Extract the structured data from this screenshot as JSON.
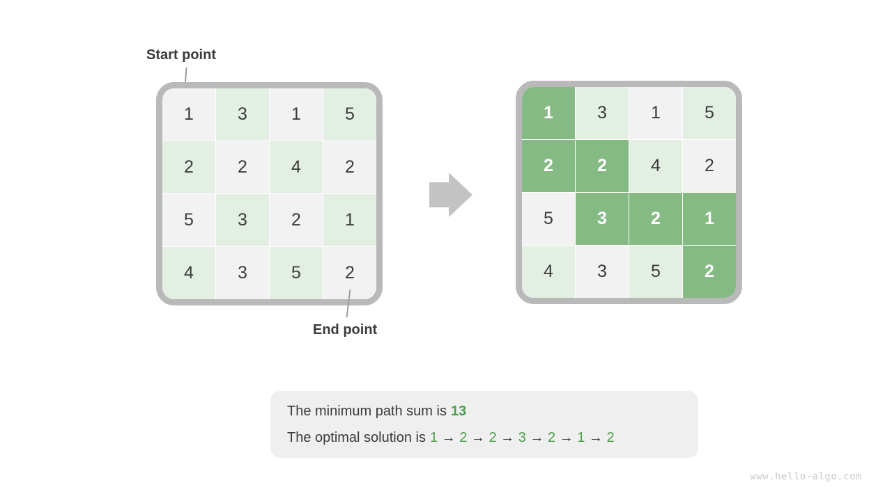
{
  "diagram": {
    "start_label": "Start point",
    "end_label": "End point"
  },
  "grid": {
    "rows": 4,
    "cols": 4,
    "values": [
      [
        1,
        3,
        1,
        5
      ],
      [
        2,
        2,
        4,
        2
      ],
      [
        5,
        3,
        2,
        1
      ],
      [
        4,
        3,
        5,
        2
      ]
    ],
    "path_cells": [
      [
        0,
        0
      ],
      [
        1,
        0
      ],
      [
        1,
        1
      ],
      [
        2,
        1
      ],
      [
        2,
        2
      ],
      [
        2,
        3
      ],
      [
        3,
        3
      ]
    ]
  },
  "result_box": {
    "line1_prefix": "The minimum path sum is",
    "min_path_sum": "13",
    "line2_prefix": "The optimal solution is",
    "path_sequence": [
      "1",
      "2",
      "2",
      "3",
      "2",
      "1",
      "2"
    ],
    "arrow_glyph": "→"
  },
  "watermark": "www.hello-algo.com",
  "colors": {
    "path_green": "#85ba85",
    "light_green": "#e4efe4",
    "light_gray": "#f2f2f3",
    "grid_border": "#b9b9b9",
    "arrow_gray": "#c3c3c3",
    "accent_green": "#4e9e50",
    "text_dark": "#3b3b3b",
    "box_bg": "#efefef",
    "watermark_gray": "#c9c9c9",
    "leader_line": "#9c9c9c"
  }
}
